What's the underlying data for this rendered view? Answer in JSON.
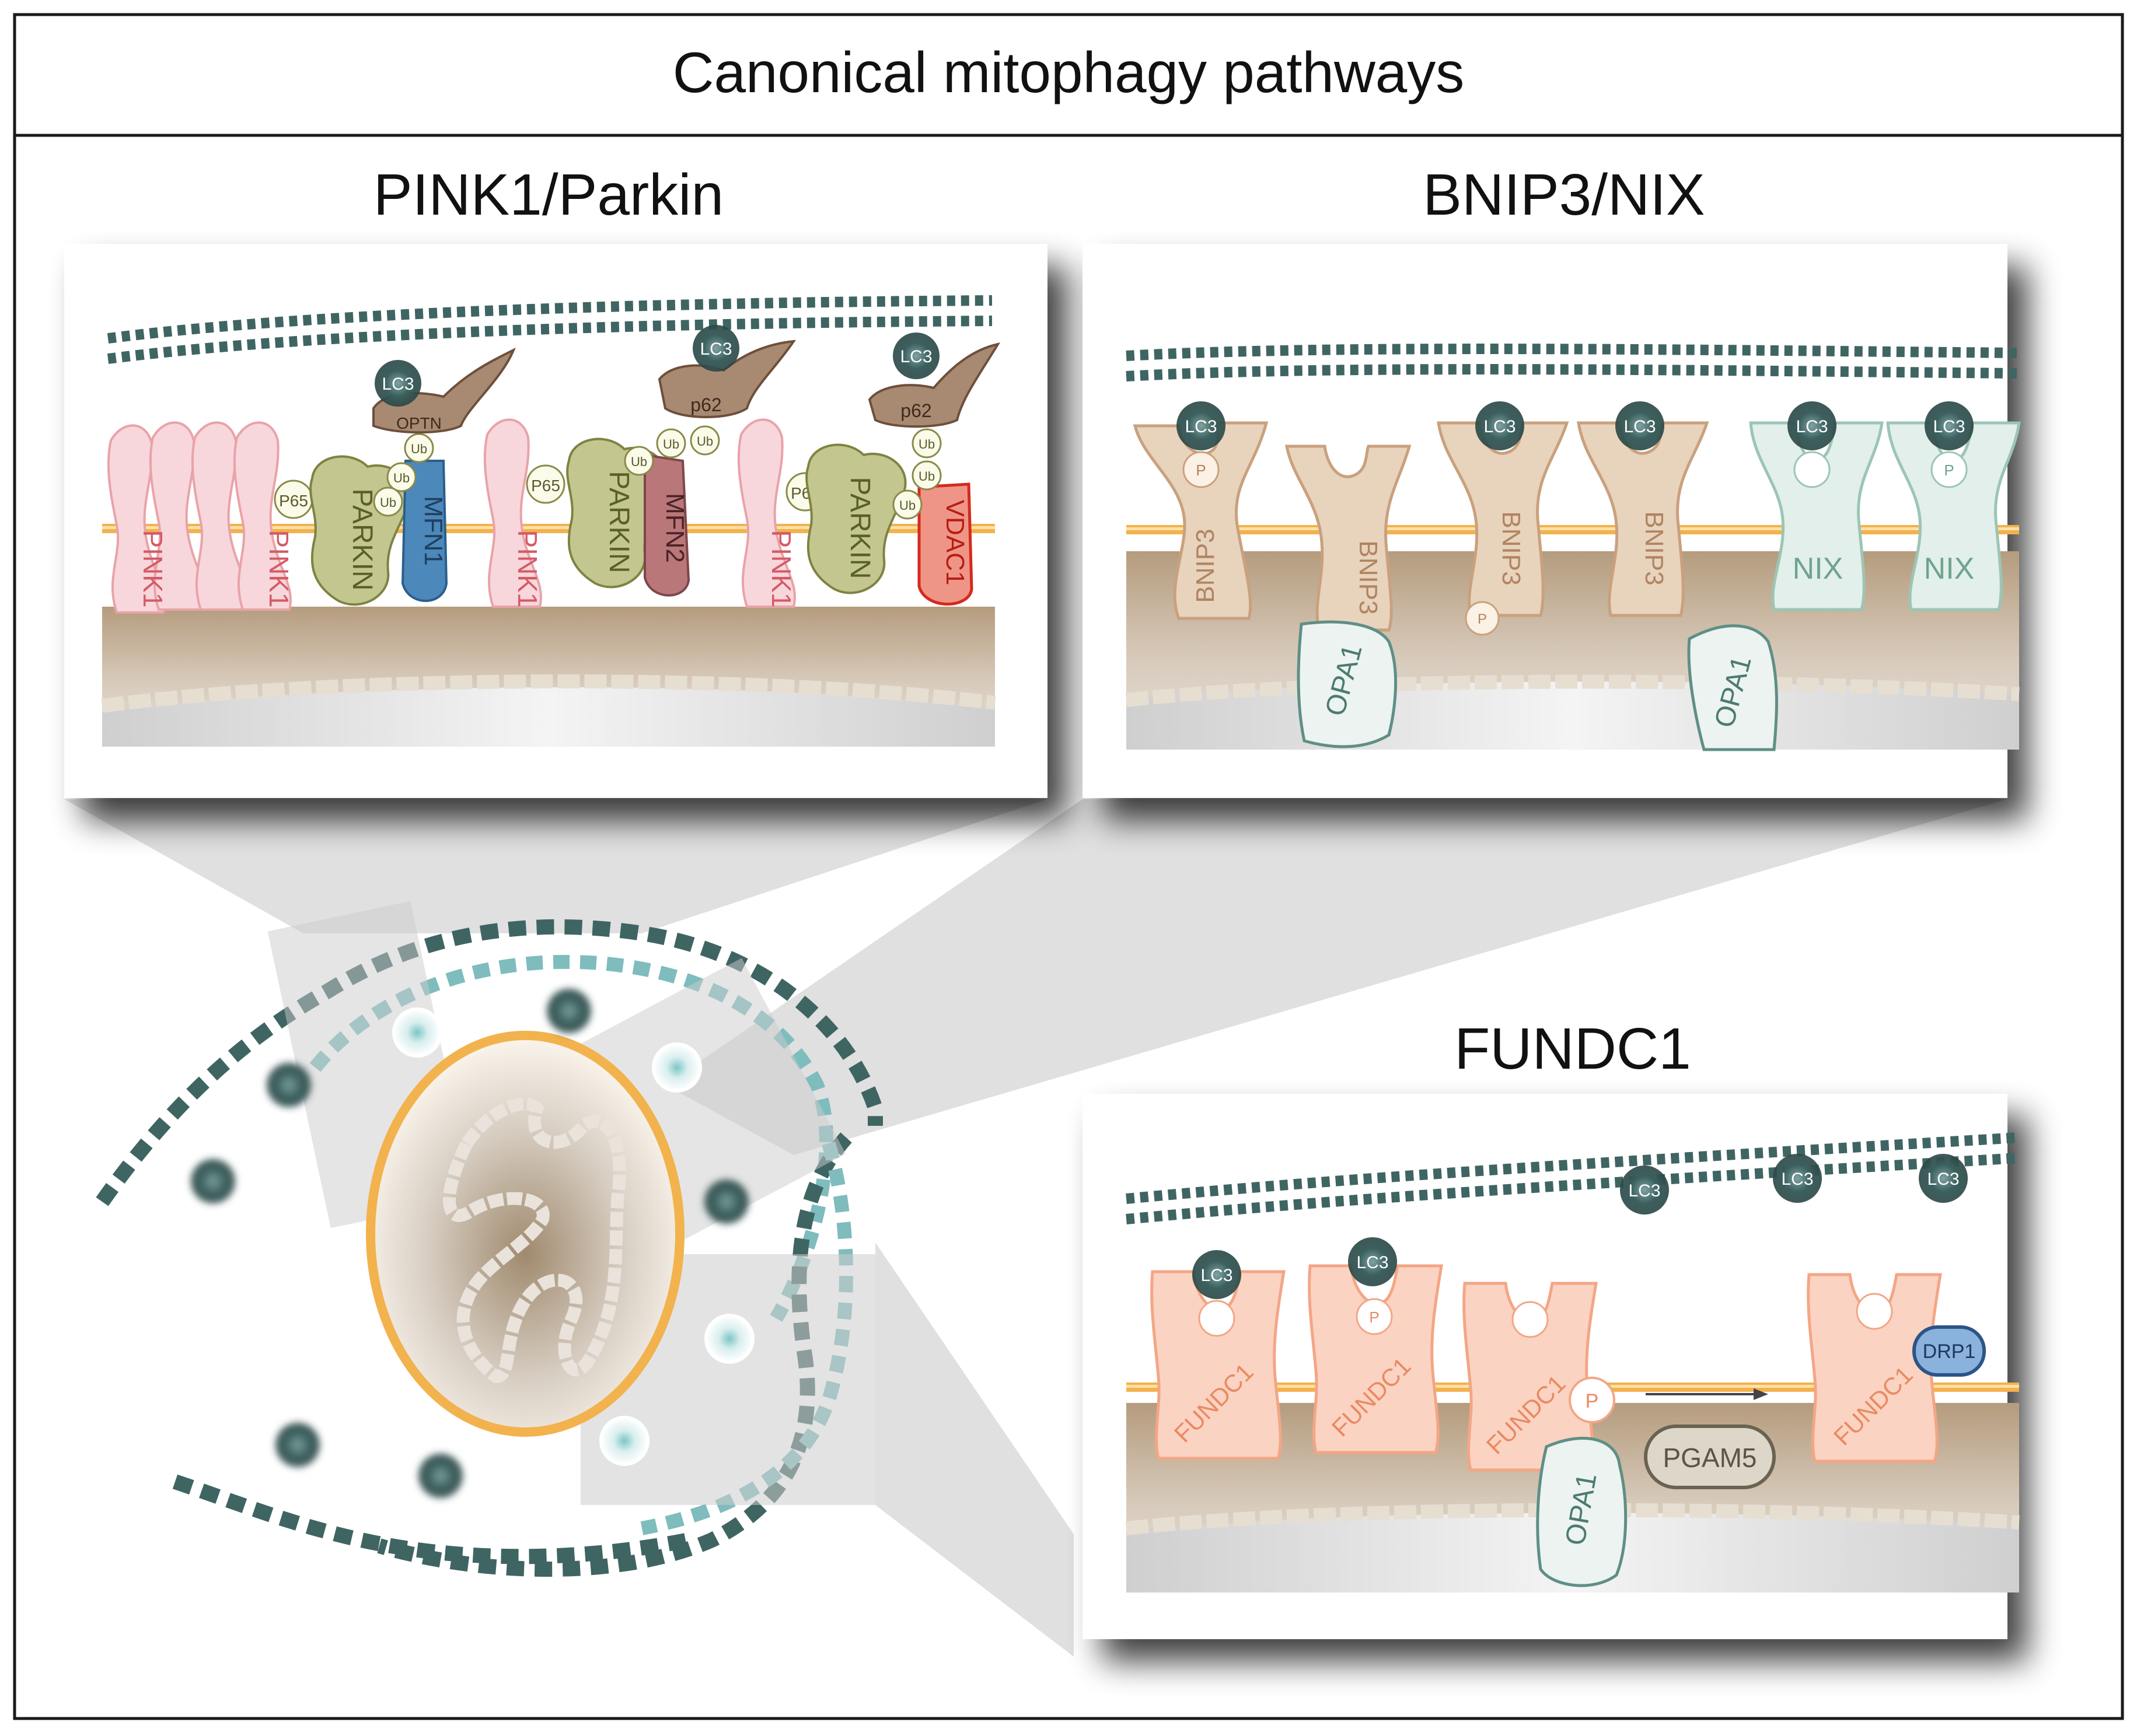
{
  "header": {
    "title": "Canonical mitophagy pathways"
  },
  "panels": {
    "pink1": {
      "title": "PINK1/Parkin",
      "lc3": [
        "LC3",
        "LC3",
        "LC3"
      ],
      "adaptors": [
        "OPTN",
        "p62",
        "p62"
      ],
      "ub": "Ub",
      "pink1": "PINK1",
      "p65": "P65",
      "parkin": "PARKIN",
      "substrates": [
        "MFN1",
        "MFN2",
        "VDAC1"
      ]
    },
    "bnip3": {
      "title": "BNIP3/NIX",
      "lc3": "LC3",
      "bnip3": "BNIP3",
      "nix": "NIX",
      "p": "P",
      "opa1": "OPA1"
    },
    "fundc1": {
      "title": "FUNDC1",
      "lc3": "LC3",
      "fundc1": "FUNDC1",
      "p": "P",
      "opa1": "OPA1",
      "pgam5": "PGAM5",
      "drp1": "DRP1"
    }
  },
  "colors": {
    "phagophore": "#3f6563",
    "phagophore_light": "#7fbcbe",
    "lc3": "#2f5553",
    "pink1": "#e8a3a9",
    "parkin": "#a6ad6a",
    "mfn1": "#3d7db0",
    "mfn2": "#b9777a",
    "vdac1": "#e23a2f",
    "adaptor": "#9c7c63",
    "bnip3": "#c9a17d",
    "nix": "#9cc5b4",
    "fundc1": "#f3a685",
    "opa1": "#5f8f86",
    "drp1": "#3d6ea9",
    "membrane": "#f2b24d"
  }
}
